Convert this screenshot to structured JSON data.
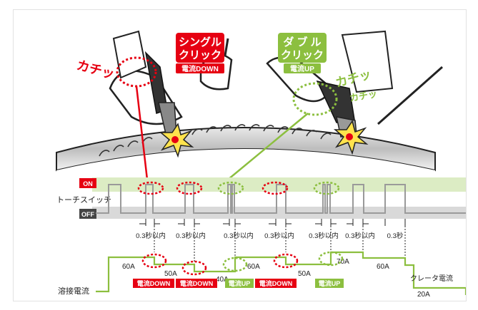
{
  "callouts": {
    "single_line1": "シングル",
    "single_line2": "クリック",
    "single_sub": "電流DOWN",
    "double_line1": "ダ ブ ル",
    "double_line2": "クリック",
    "double_sub": "電流UP",
    "click_sound_left": "カチッ",
    "click_sound_right_1": "カチッ",
    "click_sound_right_2": "カチッ"
  },
  "switch_chart": {
    "title": "トーチスイッチ",
    "on_label": "ON",
    "off_label": "OFF",
    "intervals": [
      "0.3秒以内",
      "0.3秒以内",
      "0.3秒以内",
      "0.3秒以内",
      "0.3秒以内",
      "0.3秒以内",
      "0.3秒"
    ]
  },
  "current_chart": {
    "title": "溶接電流",
    "levels": [
      "60A",
      "50A",
      "40A",
      "60A",
      "50A",
      "70A",
      "60A",
      "20A"
    ],
    "crater_label": "クレータ電流",
    "badges": [
      "電流DOWN",
      "電流DOWN",
      "電流UP",
      "電流DOWN",
      "電流UP"
    ]
  },
  "colors": {
    "red": "#e60012",
    "green": "#8cbf3f",
    "on_band": "#dcecc4",
    "off_band": "#d9d9d9",
    "signal": "#9a9a9a"
  }
}
